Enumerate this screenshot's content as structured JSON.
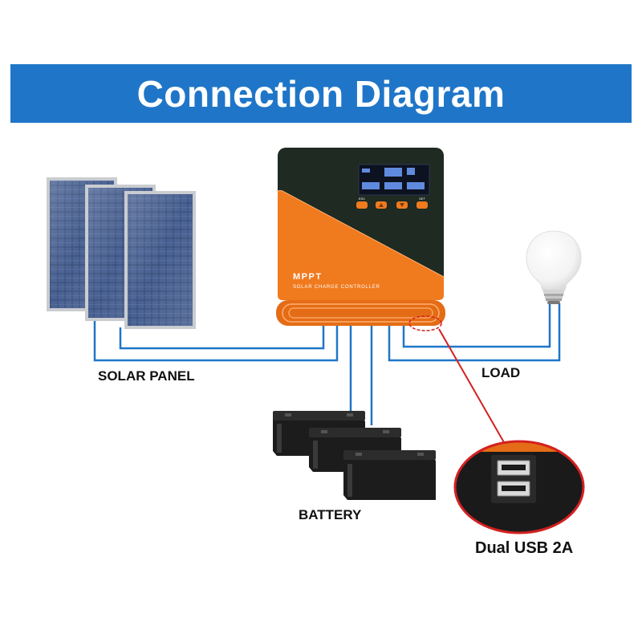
{
  "title": "Connection Diagram",
  "controller": {
    "brand": "MPPT",
    "subtitle": "SOLAR CHARGE CONTROLLER",
    "buttons": [
      "ESC",
      "",
      "",
      "SET"
    ]
  },
  "labels": {
    "solar_panel": "SOLAR PANEL",
    "load": "LOAD",
    "battery": "BATTERY",
    "usb": "Dual USB 2A"
  },
  "colors": {
    "banner": "#1f76c8",
    "wire": "#1f76c8",
    "controller_body": "#1e2a22",
    "controller_accent": "#f07a1e",
    "usb_callout": "#d42020"
  },
  "icons": [
    "solar-panel-icon",
    "charge-controller-icon",
    "battery-icon",
    "light-bulb-icon",
    "usb-port-icon"
  ]
}
